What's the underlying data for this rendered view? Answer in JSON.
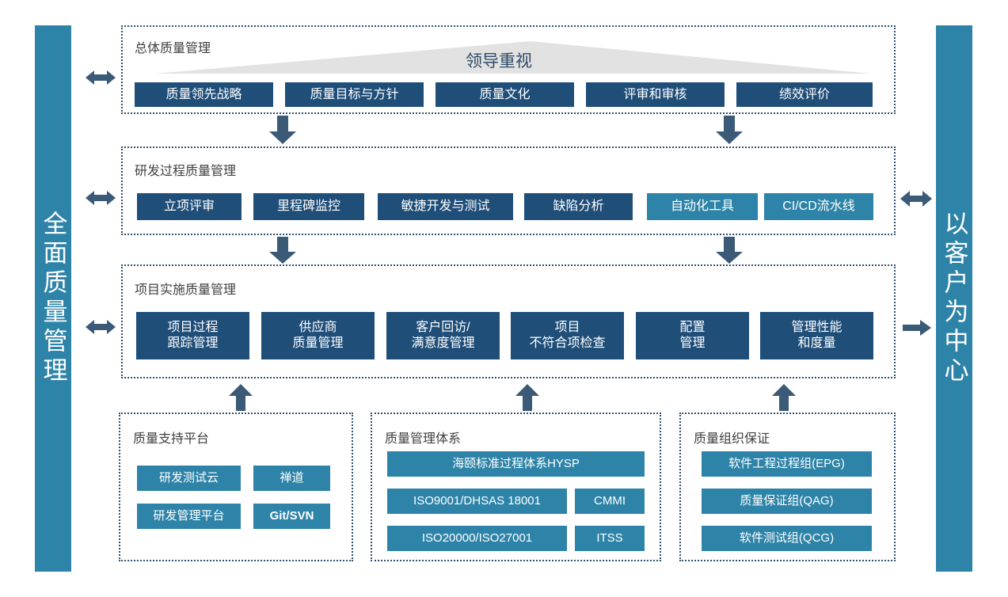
{
  "pillars": {
    "left": "全面质量管理",
    "right": "以客户为中心"
  },
  "colors": {
    "navy": "#1F4E79",
    "teal": "#2E84A8",
    "arrow": "#3A5A78",
    "triangle": "#E2E2E2",
    "title_text": "#404040",
    "border": "#2F4F6F"
  },
  "sections": {
    "overall": {
      "title": "总体质量管理",
      "banner_label": "领导重视",
      "items": [
        {
          "label": "质量领先战略",
          "style": "navy"
        },
        {
          "label": "质量目标与方针",
          "style": "navy"
        },
        {
          "label": "质量文化",
          "style": "navy"
        },
        {
          "label": "评审和审核",
          "style": "navy"
        },
        {
          "label": "绩效评价",
          "style": "navy"
        }
      ]
    },
    "rnd_process": {
      "title": "研发过程质量管理",
      "items": [
        {
          "label": "立项评审",
          "style": "navy"
        },
        {
          "label": "里程碑监控",
          "style": "navy"
        },
        {
          "label": "敏捷开发与测试",
          "style": "navy"
        },
        {
          "label": "缺陷分析",
          "style": "navy"
        },
        {
          "label": "自动化工具",
          "style": "teal"
        },
        {
          "label": "CI/CD流水线",
          "style": "teal"
        }
      ]
    },
    "project_impl": {
      "title": "项目实施质量管理",
      "items": [
        {
          "label": "项目过程\n跟踪管理",
          "style": "navy"
        },
        {
          "label": "供应商\n质量管理",
          "style": "navy"
        },
        {
          "label": "客户回访/\n满意度管理",
          "style": "navy"
        },
        {
          "label": "项目\n不符合项检查",
          "style": "navy"
        },
        {
          "label": "配置\n管理",
          "style": "navy"
        },
        {
          "label": "管理性能\n和度量",
          "style": "navy"
        }
      ]
    },
    "support_platform": {
      "title": "质量支持平台",
      "items": [
        {
          "label": "研发测试云",
          "style": "teal"
        },
        {
          "label": "禅道",
          "style": "teal"
        },
        {
          "label": "研发管理平台",
          "style": "teal"
        },
        {
          "label": "Git/SVN",
          "style": "teal"
        }
      ]
    },
    "management_system": {
      "title": "质量管理体系",
      "items": [
        {
          "label": "海颐标准过程体系HYSP",
          "style": "teal"
        },
        {
          "label": "ISO9001/DHSAS 18001",
          "style": "teal"
        },
        {
          "label": "CMMI",
          "style": "teal"
        },
        {
          "label": "ISO20000/ISO27001",
          "style": "teal"
        },
        {
          "label": "ITSS",
          "style": "teal"
        }
      ]
    },
    "org_assurance": {
      "title": "质量组织保证",
      "items": [
        {
          "label": "软件工程过程组(EPG)",
          "style": "teal"
        },
        {
          "label": "质量保证组(QAG)",
          "style": "teal"
        },
        {
          "label": "软件测试组(QCG)",
          "style": "teal"
        }
      ]
    }
  },
  "connectors": [
    {
      "name": "left-arrow-overall",
      "icon": "double-arrow-horizontal"
    },
    {
      "name": "left-arrow-rnd",
      "icon": "double-arrow-horizontal"
    },
    {
      "name": "left-arrow-project",
      "icon": "double-arrow-horizontal"
    },
    {
      "name": "right-arrow-rnd",
      "icon": "double-arrow-horizontal"
    },
    {
      "name": "right-arrow-project",
      "icon": "arrow-right"
    },
    {
      "name": "down-arrow-overall-to-rnd-left",
      "icon": "arrow-down"
    },
    {
      "name": "down-arrow-overall-to-rnd-right",
      "icon": "arrow-down"
    },
    {
      "name": "down-arrow-rnd-to-project-left",
      "icon": "arrow-down"
    },
    {
      "name": "down-arrow-rnd-to-project-right",
      "icon": "arrow-down"
    },
    {
      "name": "up-arrow-support-to-project",
      "icon": "arrow-up"
    },
    {
      "name": "up-arrow-system-to-project",
      "icon": "arrow-up"
    },
    {
      "name": "up-arrow-org-to-project",
      "icon": "arrow-up"
    }
  ]
}
